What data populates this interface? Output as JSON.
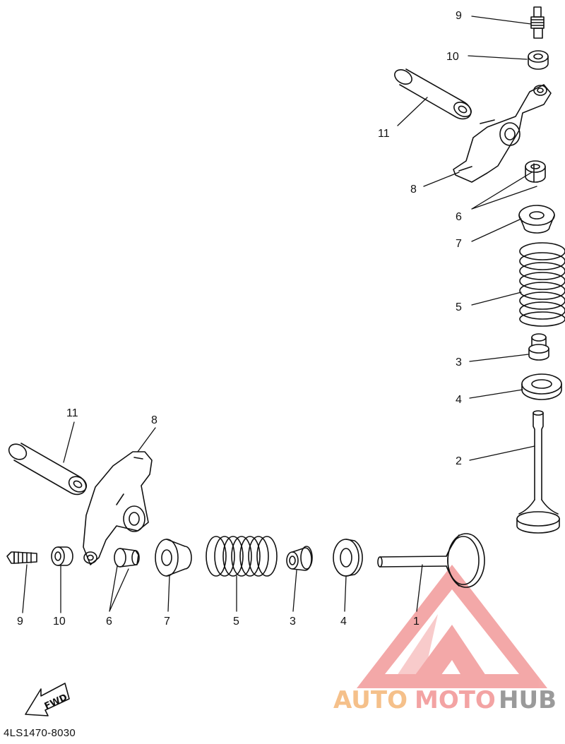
{
  "diagram": {
    "labels": {
      "upper_right": {
        "part_9": "9",
        "part_10": "10",
        "part_11": "11",
        "part_8": "8",
        "part_6": "6",
        "part_7": "7",
        "part_5": "5",
        "part_3": "3",
        "part_4": "4",
        "part_2": "2"
      },
      "lower_row": {
        "part_11": "11",
        "part_8": "8",
        "part_9": "9",
        "part_10": "10",
        "part_6": "6",
        "part_7": "7",
        "part_5": "5",
        "part_3": "3",
        "part_4": "4",
        "part_1": "1"
      }
    },
    "fwd_arrow_text": "FWD",
    "diagram_code": "4LS1470-8030"
  },
  "watermark": {
    "part_1": "AUTO",
    "part_2": "MOTO",
    "part_3": "HUB",
    "colors": {
      "auto": "#f5c08a",
      "moto": "#f3a3a3",
      "hub": "#9a9a9a",
      "logo": "#f08c8c"
    }
  }
}
